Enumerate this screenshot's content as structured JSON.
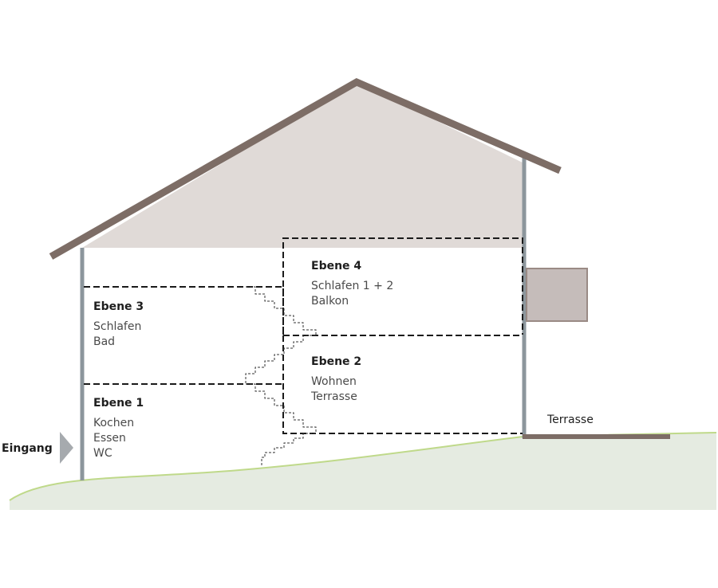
{
  "colors": {
    "roof": "#7d6d66",
    "attic": "#e0dad7",
    "wall": "#8c969c",
    "ground": "#e5ebe1",
    "grass_line": "#bfd98a",
    "terrace": "#7d6d66",
    "balcony_fill": "#c5bcba",
    "balcony_stroke": "#9a8a85",
    "entrance_arrow": "#a6aaae"
  },
  "levels": [
    {
      "title": "Ebene 1",
      "rooms": [
        "Kochen",
        "Essen",
        "WC"
      ]
    },
    {
      "title": "Ebene 2",
      "rooms": [
        "Wohnen",
        "Terrasse"
      ]
    },
    {
      "title": "Ebene 3",
      "rooms": [
        "Schlafen",
        "Bad"
      ]
    },
    {
      "title": "Ebene 4",
      "rooms": [
        "Schlafen 1 + 2",
        "Balkon"
      ]
    }
  ],
  "labels": {
    "entrance": "Eingang",
    "terrace": "Terrasse"
  },
  "icons": {
    "entrance": "entrance-arrow-icon"
  }
}
